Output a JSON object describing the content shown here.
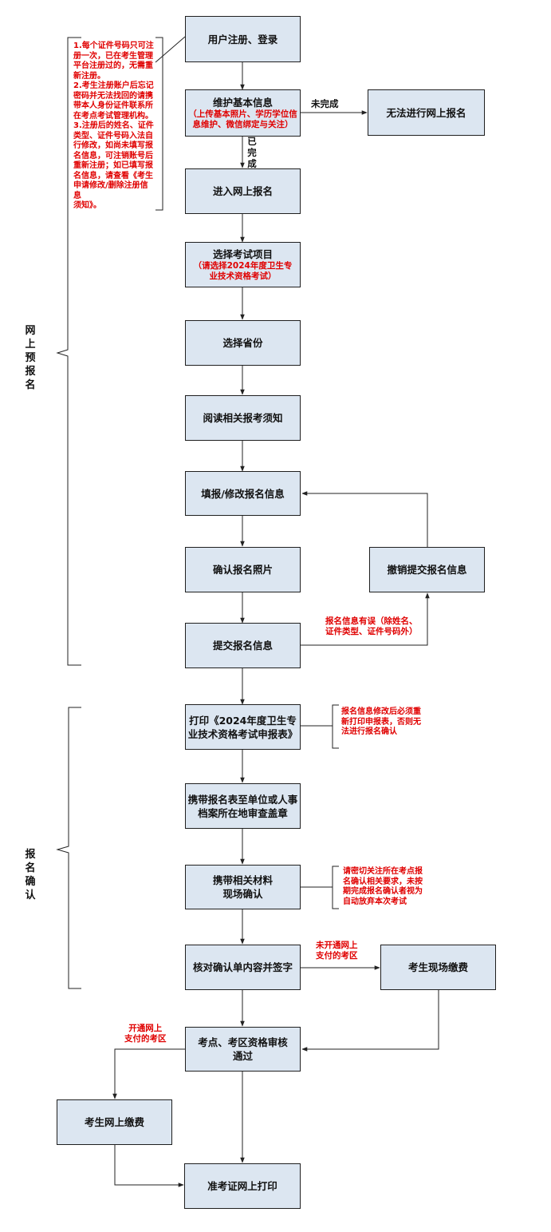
{
  "sidebar": {
    "online_pre_registration": "网上预报名",
    "registration_confirmation": "报名确认"
  },
  "boxes": {
    "register_login": "用户注册、登录",
    "maintain_info": "维护基本信息",
    "maintain_info_note_1": "（上传基本照片、学历学位信",
    "maintain_info_note_2": "息维护、微信绑定与关注）",
    "cannot_register": "无法进行网上报名",
    "enter_online": "进入网上报名",
    "select_exam": "选择考试项目",
    "select_exam_note_1": "（请选择2024年度卫生专",
    "select_exam_note_2": "业技术资格考试）",
    "select_province": "选择省份",
    "read_notice": "阅读相关报考须知",
    "fill_info": "填报/修改报名信息",
    "confirm_photo": "确认报名照片",
    "withdraw_info": "撤销提交报名信息",
    "submit_info": "提交报名信息",
    "print_form_1": "打印《2024年度卫生专",
    "print_form_2": "业技术资格考试申报表》",
    "stamp_1": "携带报名表至单位或人事",
    "stamp_2": "档案所在地审查盖章",
    "onsite_confirm_1": "携带相关材料",
    "onsite_confirm_2": "现场确认",
    "verify_sign": "核对确认单内容并签字",
    "onsite_pay": "考生现场缴费",
    "review_pass_1": "考点、考区资格审核",
    "review_pass_2": "通过",
    "online_pay": "考生网上缴费",
    "print_admission": "准考证网上打印"
  },
  "edge_labels": {
    "not_completed": "未完成",
    "completed_1": "已",
    "completed_2": "完",
    "completed_3": "成",
    "info_error_1": "报名信息有误（除姓名、",
    "info_error_2": "证件类型、证件号码外）",
    "no_online_pay_1": "未开通网上",
    "no_online_pay_2": "支付的考区",
    "online_pay_area_1": "开通网上",
    "online_pay_area_2": "支付的考区"
  },
  "notes": {
    "top_left": [
      "1.每个证件号码只可注",
      "册一次，已在考生管理",
      "平台注册过的，无需重",
      "新注册。",
      "2.考生注册账户后忘记",
      "密码并无法找回的请携",
      "带本人身份证件联系所",
      "在考点考试管理机构。",
      "3.注册后的姓名、证件",
      "类型、证件号码入法自",
      "行修改，如尚未填写报",
      "名信息，可注销账号后",
      "重新注册；如已填写报",
      "名信息，请查看《考生",
      "申请修改/删除注册信息",
      "须知》。"
    ],
    "reprint": [
      "报名信息修改后必须重",
      "新打印申报表，否则无",
      "法进行报名确认"
    ],
    "onsite": [
      "请密切关注所在考点报",
      "名确认相关要求，未按",
      "期完成报名确认者视为",
      "自动放弃本次考试"
    ]
  },
  "colors": {
    "box_fill": "#dce6f1",
    "note_red": "#e00000"
  }
}
